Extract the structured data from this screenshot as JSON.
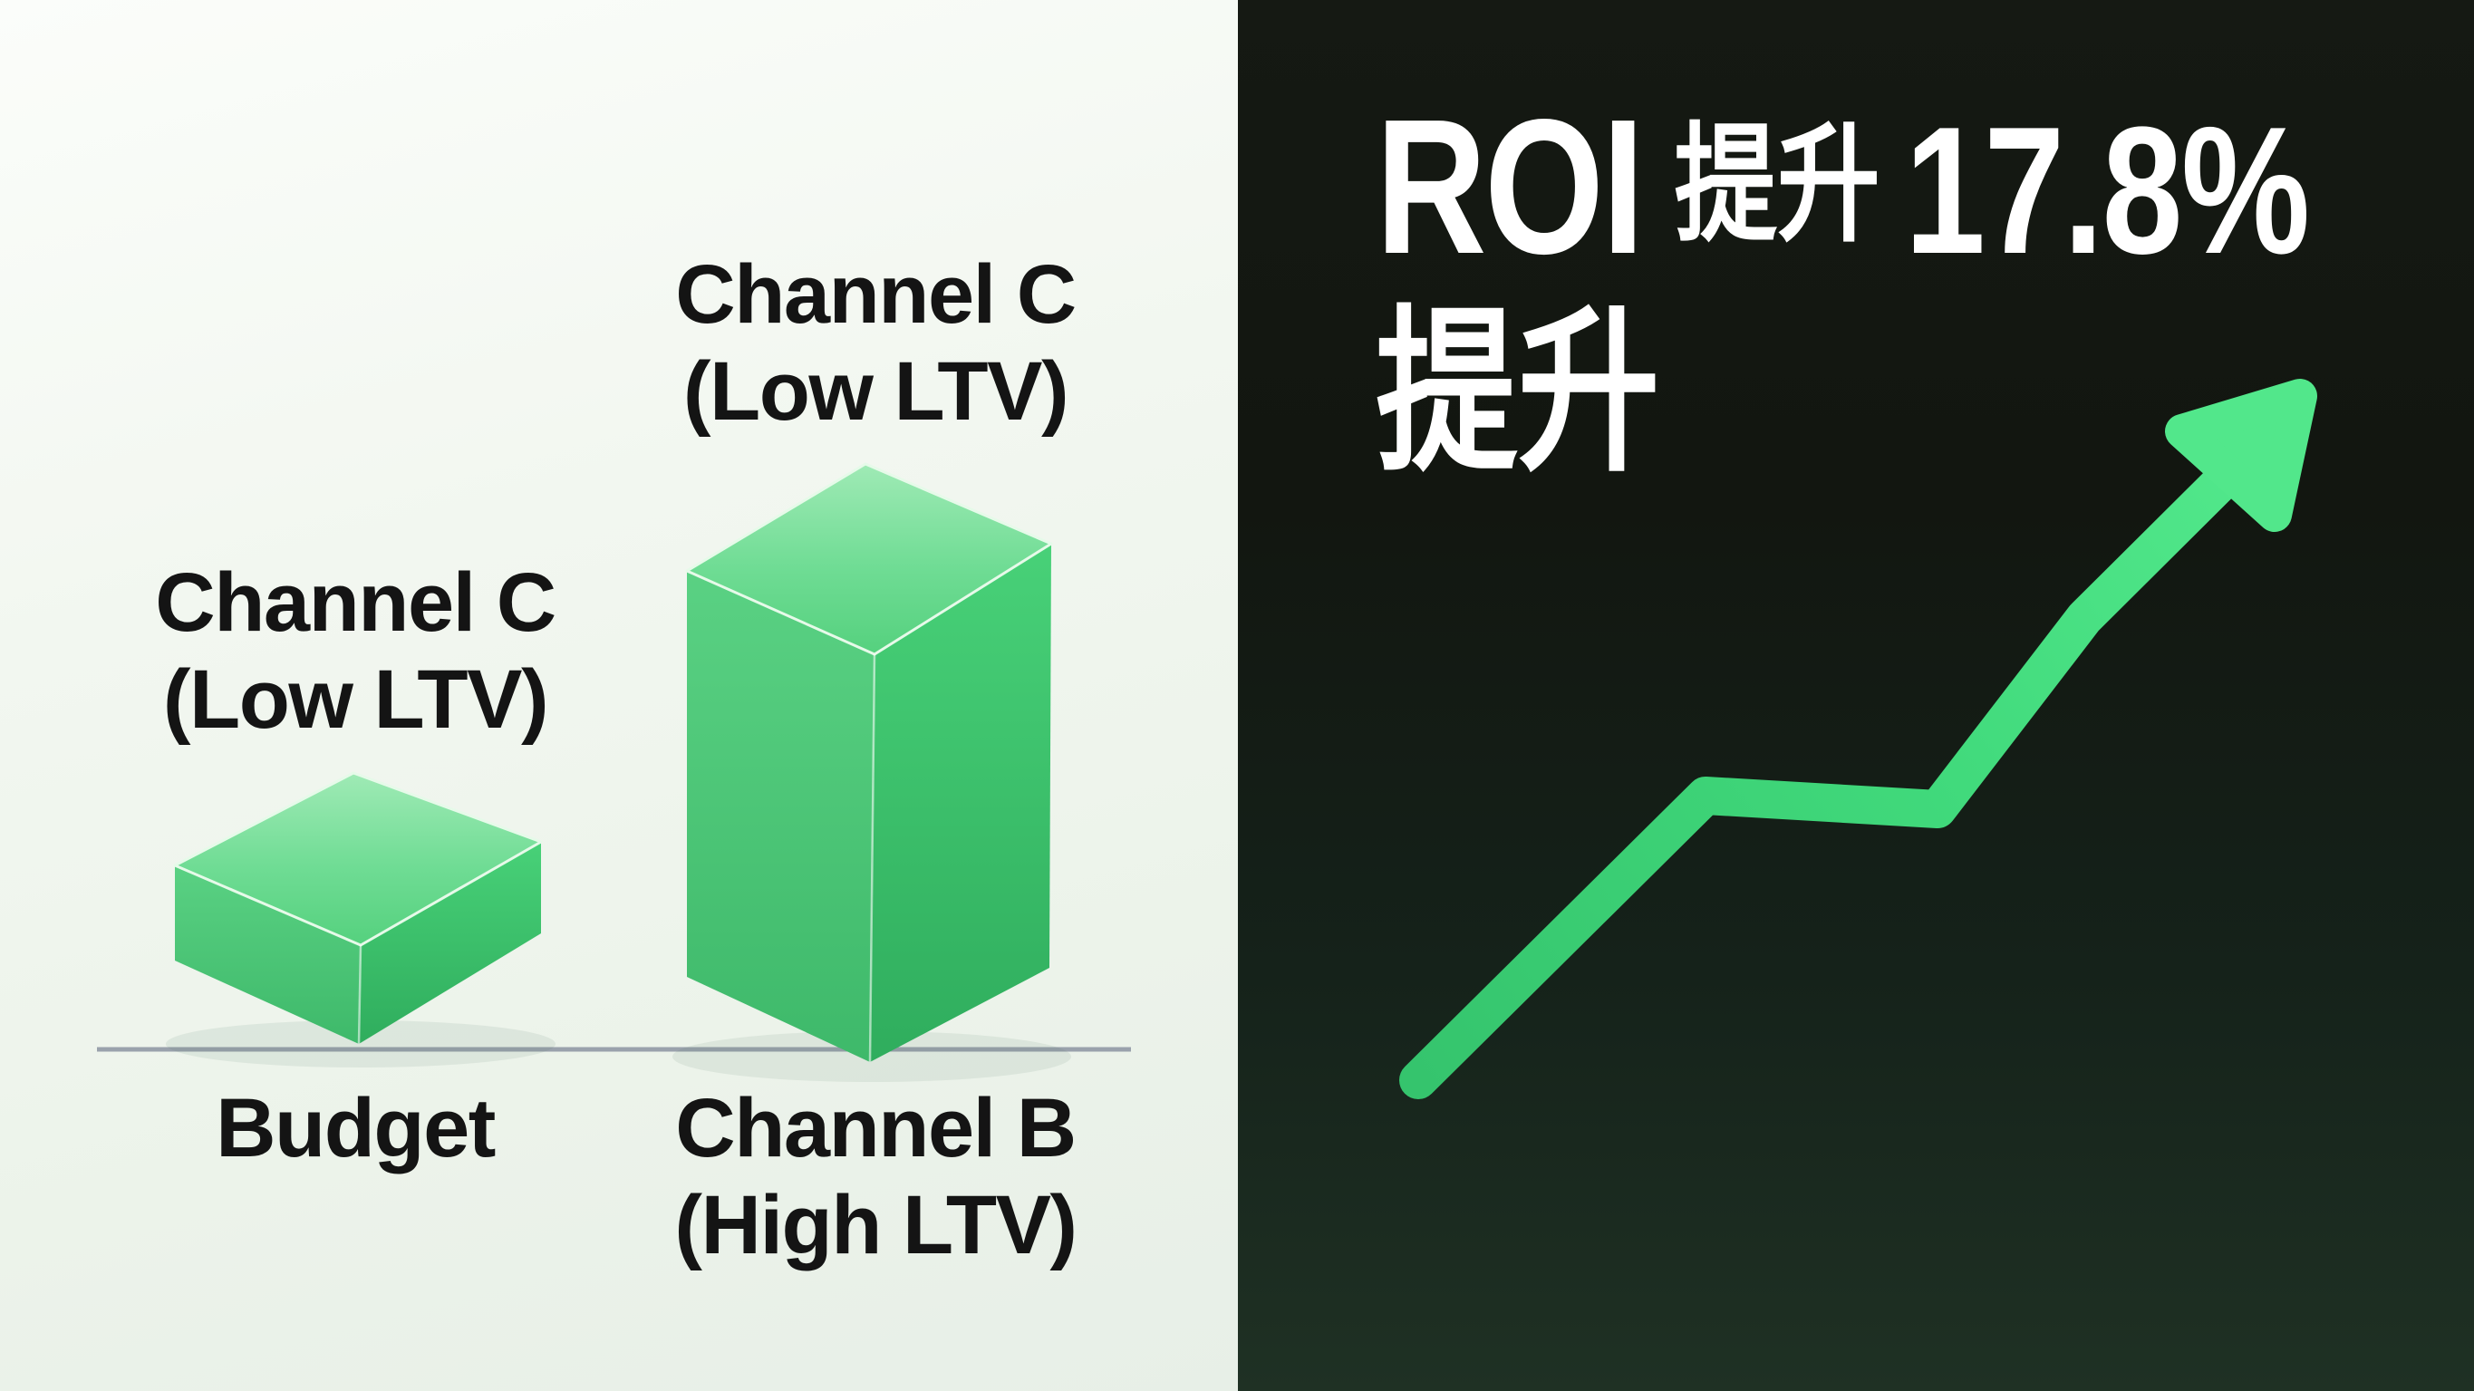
{
  "colors": {
    "accent_green": "#45e083",
    "arrow_green_start": "#35c46d",
    "arrow_green_end": "#55ea8e",
    "box_top_green": "#8fe7ab",
    "box_left_face_green": "#4cc878",
    "box_right_face_green": "#3cc771",
    "left_panel_bg": "#eef4ed",
    "right_panel_top": "#151913",
    "right_panel_bottom": "#1f3124",
    "baseline_gray": "#9aa2ac",
    "heading_text": "#ffffff",
    "label_text": "#141414"
  },
  "left_chart": {
    "bar_small": {
      "top_label": [
        "Channel C",
        "(Low LTV)"
      ],
      "axis_label": [
        "Budget"
      ]
    },
    "bar_tall": {
      "top_label": [
        "Channel C",
        "(Low LTV)"
      ],
      "axis_label": [
        "Channel B",
        "(High LTV)"
      ]
    }
  },
  "headline": {
    "word1": "ROI",
    "word2": "提升",
    "value": "17.8%",
    "line2": "提升"
  },
  "chart_data": {
    "type": "bar",
    "categories": [
      "Budget",
      "Channel B (High LTV)"
    ],
    "series": [
      {
        "name": "Channel C (Low LTV)",
        "values": [
          1.0,
          3.2
        ]
      }
    ],
    "value_note": "relative 3D block heights; no numeric axis or tick labels shown",
    "bar_top_labels": [
      "Channel C (Low LTV)",
      "Channel C (Low LTV)"
    ],
    "axis": "single horizontal gray baseline without ticks",
    "legend_position": "none",
    "annotations": [
      "ROI 提升 17.8%",
      "提升"
    ],
    "roi_lift_percent": 17.8,
    "trend": "up"
  }
}
